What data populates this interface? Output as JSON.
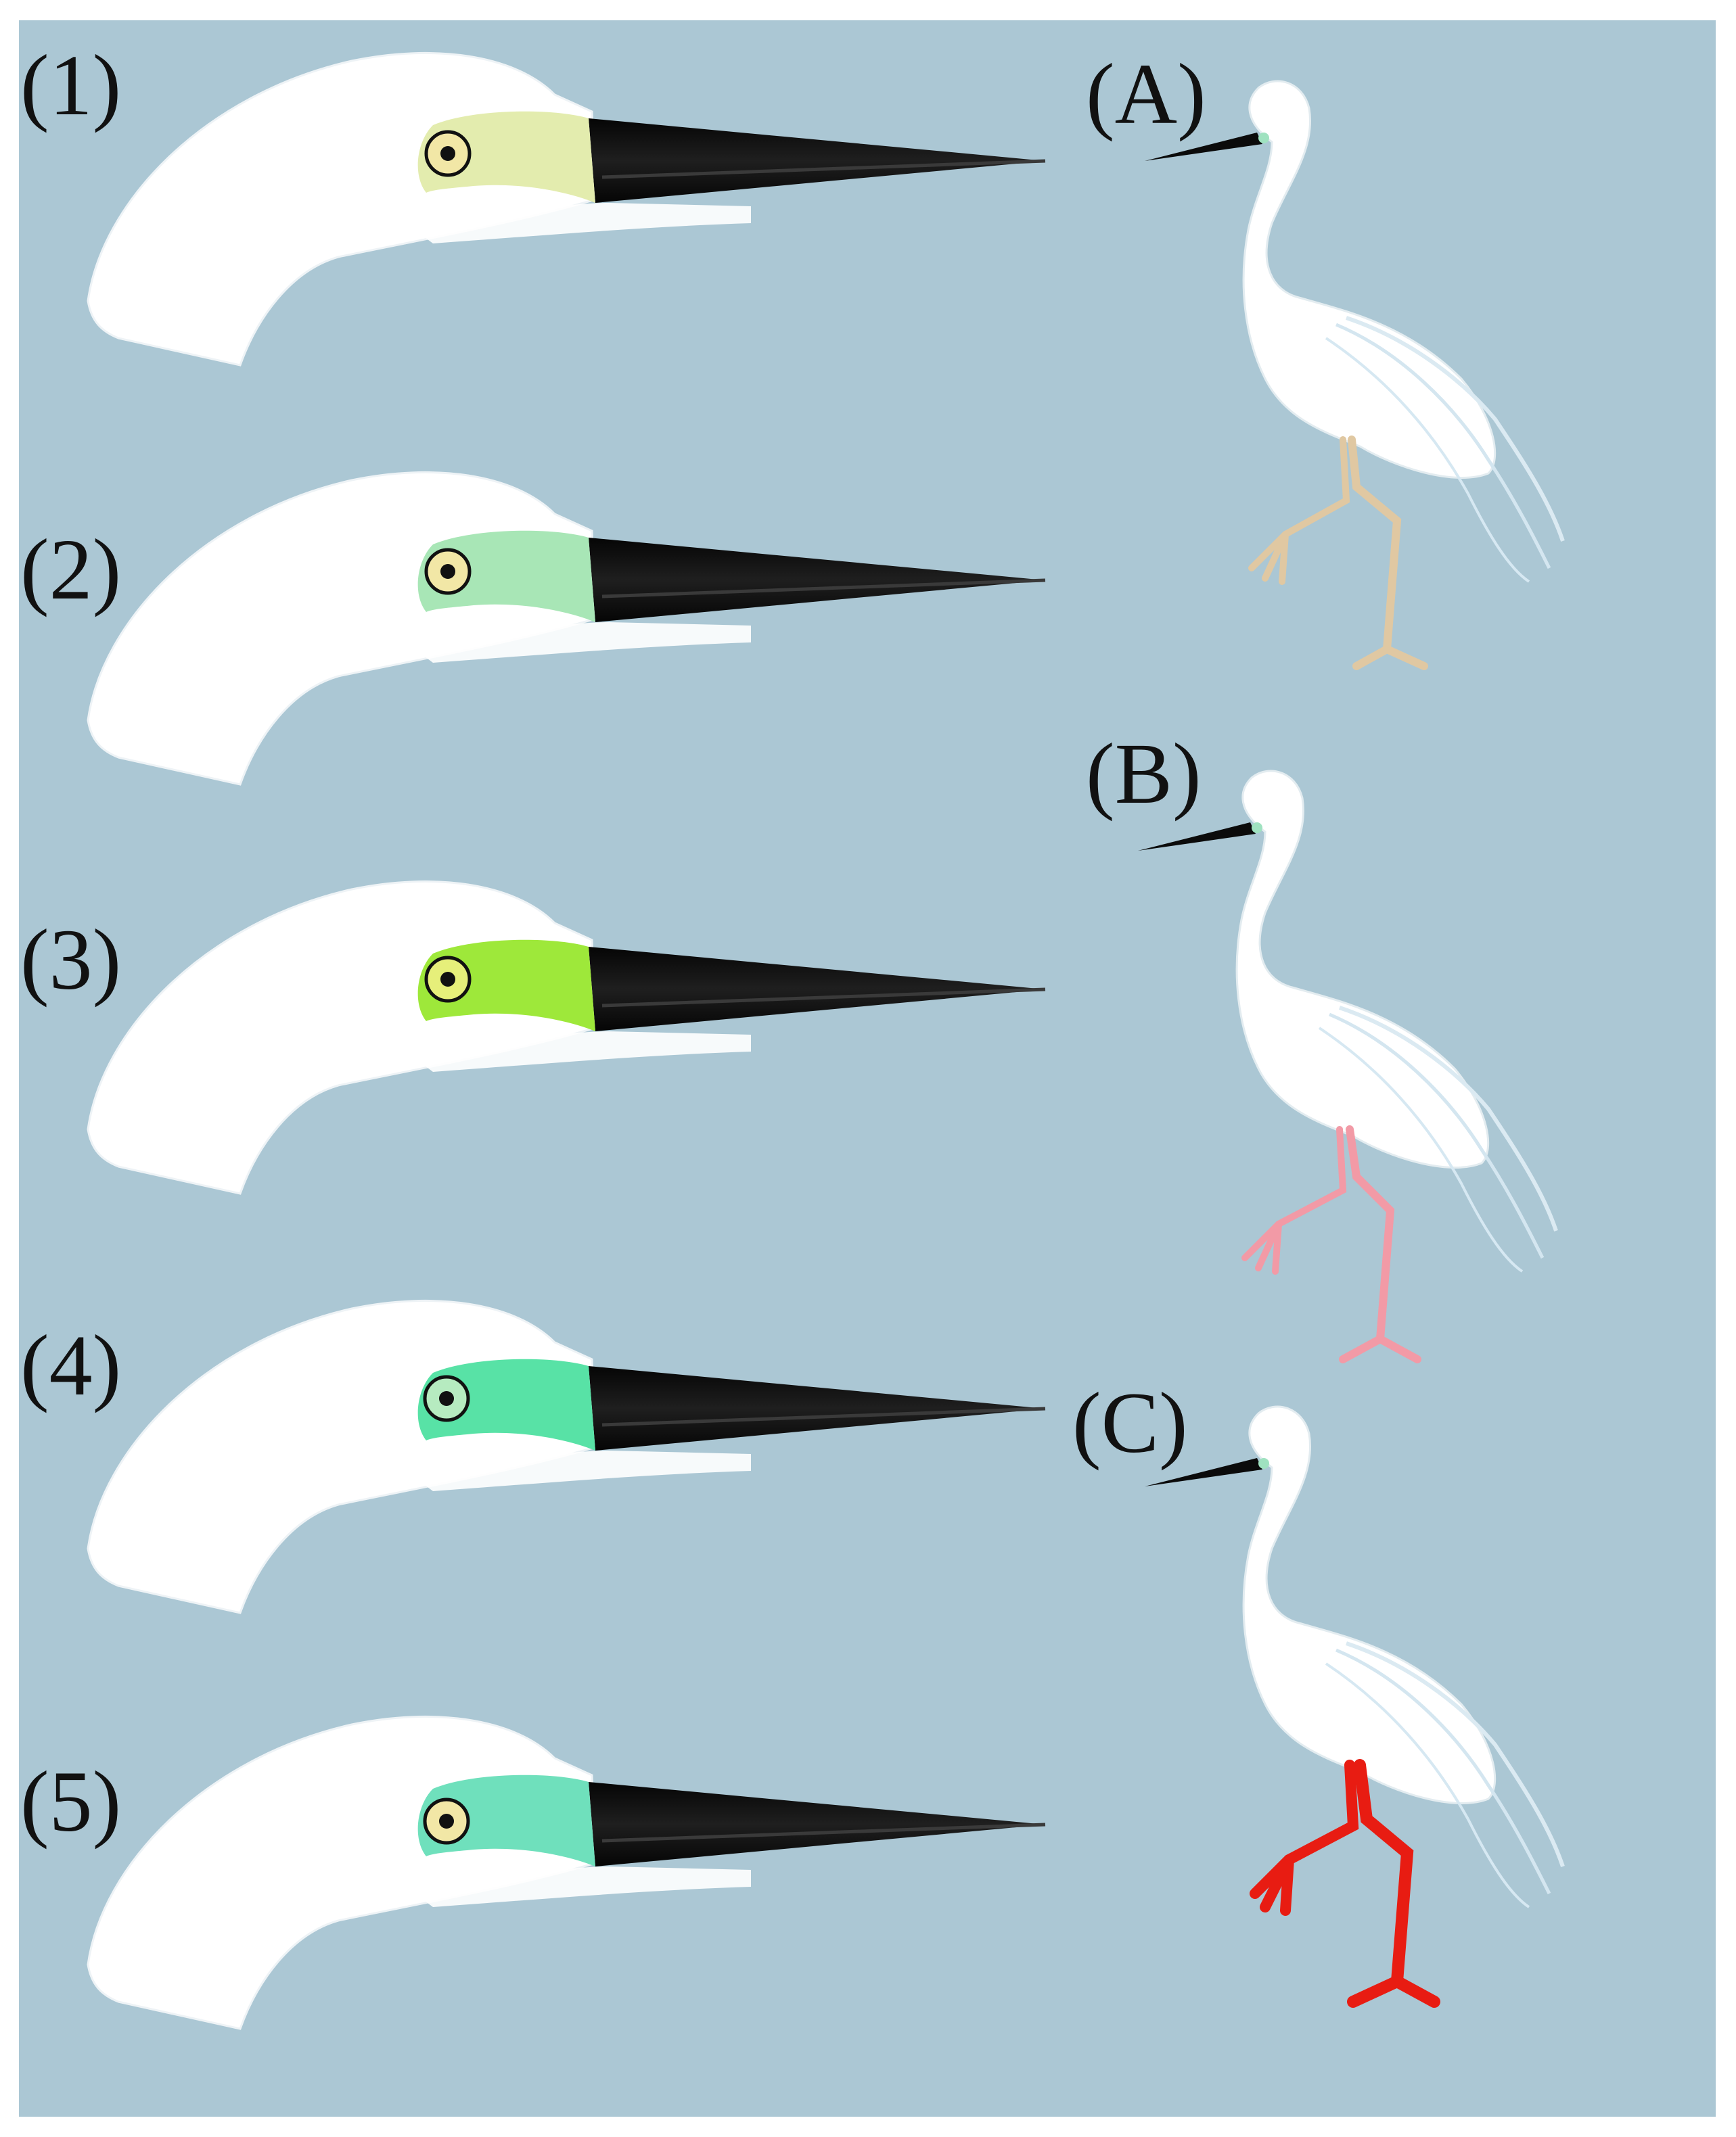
{
  "labels": {
    "head_1": "(1)",
    "head_2": "(2)",
    "head_3": "(3)",
    "head_4": "(4)",
    "head_5": "(5)",
    "bird_a": "(A)",
    "bird_b": "(B)",
    "bird_c": "(C)"
  },
  "colors": {
    "background": "#abc7d4",
    "plumage": "#ffffff",
    "bill": "#0b0b0b",
    "iris": "#f2e7a6",
    "lores": [
      "#e3ecae",
      "#a8e6b6",
      "#9ee83a",
      "#58e2a6",
      "#6fe0bc"
    ],
    "legs": [
      "#e0c8a2",
      "#f29aa6",
      "#e81c12"
    ]
  }
}
